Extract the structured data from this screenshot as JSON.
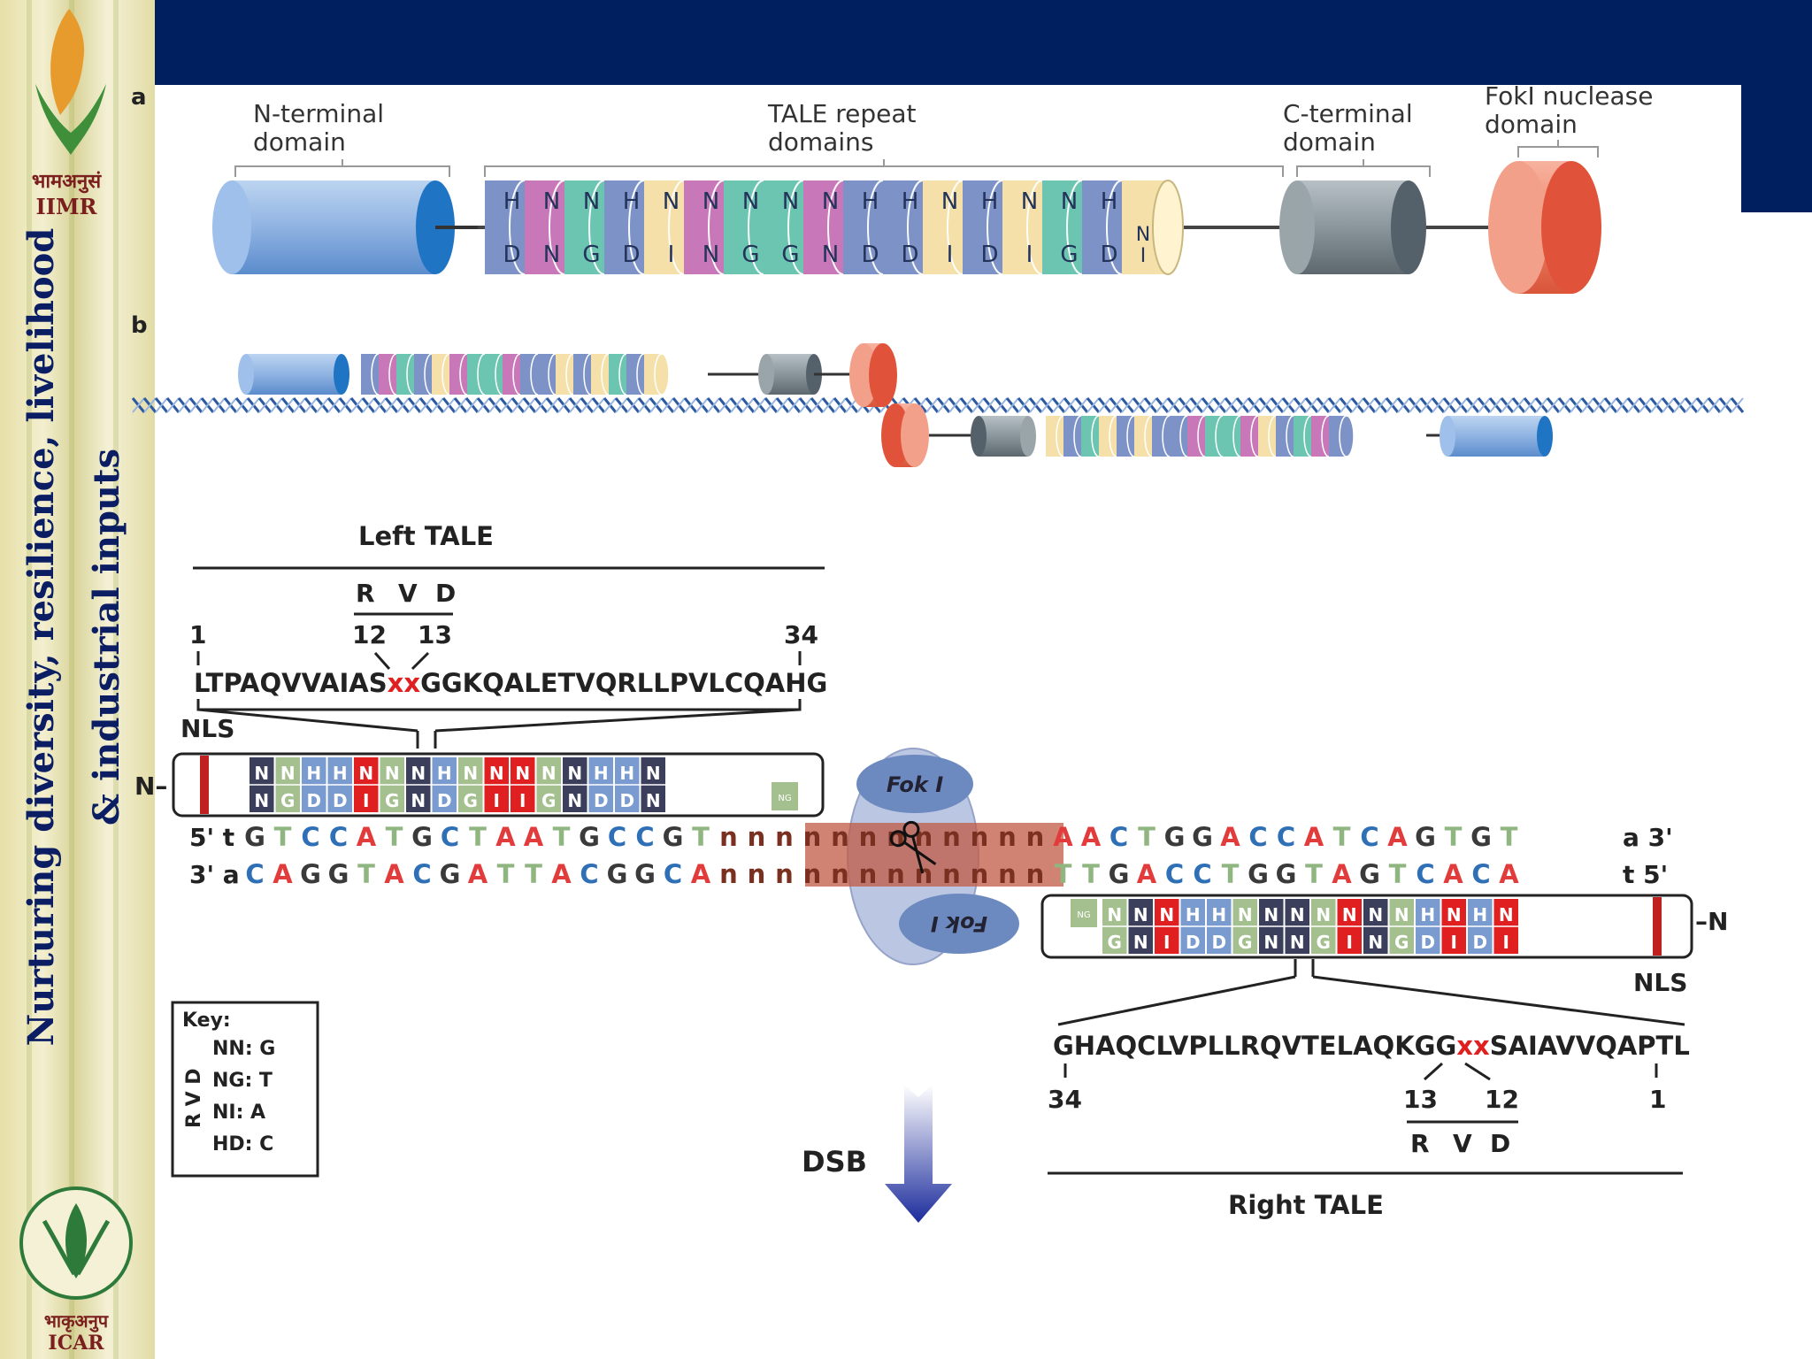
{
  "sidebar": {
    "top_logo_text": "भामअनुसं",
    "top_logo_abbr": "IIMR",
    "bottom_logo_text": "भाकृअनुप",
    "bottom_logo_abbr": "ICAR",
    "tagline_line1": "Nurturing diversity, resilience, livelihood",
    "tagline_line2": "& industrial inputs"
  },
  "panel_a": {
    "label": "a",
    "n_terminal": [
      "N-terminal",
      "domain"
    ],
    "tale_repeat": [
      "TALE repeat",
      "domains"
    ],
    "c_terminal": [
      "C-terminal",
      "domain"
    ],
    "foki": [
      "FokI nuclease",
      "domain"
    ],
    "repeats_top": [
      "H",
      "N",
      "N",
      "H",
      "N",
      "N",
      "N",
      "N",
      "N",
      "H",
      "H",
      "N",
      "H",
      "N",
      "N",
      "H"
    ],
    "repeats_bottom": [
      "D",
      "N",
      "G",
      "D",
      "I",
      "N",
      "G",
      "G",
      "N",
      "D",
      "D",
      "I",
      "D",
      "I",
      "G",
      "D"
    ],
    "half_repeat": [
      "N",
      "I"
    ],
    "colors": {
      "blue": "#7d93c8",
      "teal": "#6cc5b0",
      "pink": "#c877b8",
      "yellow": "#f4e0a8",
      "navy": "#6470a8",
      "nterm": "#4a8fd4",
      "cterm": "#79858c",
      "foki": "#e8573a"
    }
  },
  "panel_b": {
    "label": "b"
  },
  "panel_c": {
    "left_tale": "Left  TALE",
    "rvd": [
      "R",
      "V",
      "D"
    ],
    "pos_1": "1",
    "pos_12": "12",
    "pos_13": "13",
    "pos_34": "34",
    "left_seq_a": "LTPAQVVAIAS",
    "left_seq_xx": "xx",
    "left_seq_b": "GGKQALETVQRLLPVLCQAHG",
    "nls": "NLS",
    "n_left": "N–",
    "n_right": "–N",
    "left_rvds_top": [
      "N",
      "N",
      "H",
      "H",
      "N",
      "N",
      "N",
      "H",
      "N",
      "N",
      "N",
      "N",
      "N",
      "H",
      "H",
      "N"
    ],
    "left_rvds_bottom": [
      "N",
      "G",
      "D",
      "D",
      "I",
      "G",
      "N",
      "D",
      "G",
      "I",
      "I",
      "G",
      "N",
      "D",
      "D",
      "N"
    ],
    "right_rvds_top": [
      "N",
      "N",
      "N",
      "H",
      "H",
      "N",
      "N",
      "N",
      "N",
      "N",
      "N",
      "N",
      "H",
      "N",
      "H",
      "N"
    ],
    "right_rvds_bottom": [
      "G",
      "N",
      "I",
      "D",
      "D",
      "G",
      "N",
      "N",
      "G",
      "I",
      "N",
      "G",
      "D",
      "I",
      "D",
      "I"
    ],
    "half_label": "NG",
    "foki_top": "Fok I",
    "foki_bottom": "Fok I",
    "strand_top_prefix": "5' t",
    "strand_top_left": [
      "G",
      "T",
      "C",
      "C",
      "A",
      "T",
      "G",
      "C",
      "T",
      "A",
      "A",
      "T",
      "G",
      "C",
      "C",
      "G",
      "T"
    ],
    "spacer_top": [
      "n",
      "n",
      "n",
      "n",
      "n",
      "n",
      "n",
      "n",
      "n",
      "n",
      "n",
      "n"
    ],
    "strand_top_right": [
      "A",
      "A",
      "C",
      "T",
      "G",
      "G",
      "A",
      "C",
      "C",
      "A",
      "T",
      "C",
      "A",
      "G",
      "T",
      "G",
      "T"
    ],
    "strand_top_suffix": "a 3'",
    "strand_bot_prefix": "3' a",
    "strand_bot_left": [
      "C",
      "A",
      "G",
      "G",
      "T",
      "A",
      "C",
      "G",
      "A",
      "T",
      "T",
      "A",
      "C",
      "G",
      "G",
      "C",
      "A"
    ],
    "spacer_bot": [
      "n",
      "n",
      "n",
      "n",
      "n",
      "n",
      "n",
      "n",
      "n",
      "n",
      "n",
      "n"
    ],
    "strand_bot_right": [
      "T",
      "T",
      "G",
      "A",
      "C",
      "C",
      "T",
      "G",
      "G",
      "T",
      "A",
      "G",
      "T",
      "C",
      "A",
      "C",
      "A"
    ],
    "strand_bot_suffix": "t 5'",
    "right_seq_a": "GHAQCLVPLLRQVTELAQKGG",
    "right_seq_xx": "xx",
    "right_seq_b": "SAIAVVQAPTL",
    "right_tale": "Right  TALE",
    "dsb": "DSB",
    "key_title": "Key:",
    "key_rvd": "R V D",
    "key_entries": [
      "NN: G",
      "NG: T",
      "NI:  A",
      "HD: C"
    ],
    "base_colors": {
      "A": "#e23b3b",
      "C": "#2f6fb5",
      "G": "#3a3a3a",
      "T": "#8fb580",
      "n": "#7a3020"
    },
    "rvd_colors": {
      "NN": "#3b3f5c",
      "NG": "#a5c08f",
      "NI": "#e02020",
      "HD": "#7a9bd0"
    }
  }
}
